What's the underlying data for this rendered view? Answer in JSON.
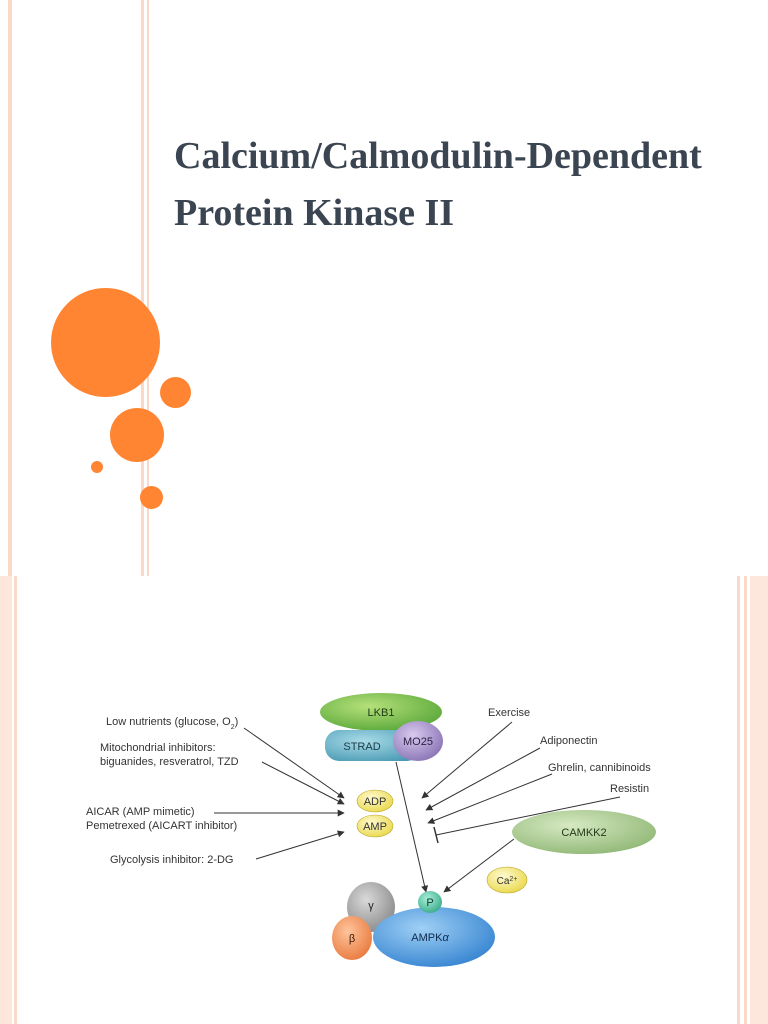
{
  "colors": {
    "accent": "#ff8533",
    "stripe_light": "#fbd9c8",
    "stripe_bg": "#fde7dc",
    "title_text": "#3b4552",
    "diagram_text": "#333333"
  },
  "slide1": {
    "title": "Calcium/Calmodulin-Dependent\nProtein Kinase II"
  },
  "slide2": {
    "diagram": {
      "inputs_left": {
        "low_nutrients": "Low nutrients (glucose, O",
        "low_nutrients_sub": "2",
        "low_nutrients_close": ")",
        "mito_line1": "Mitochondrial inhibitors:",
        "mito_line2": "biguanides, resveratrol, TZD",
        "aicar_line1": "AICAR (AMP mimetic)",
        "aicar_line2": "Pemetrexed (AICART inhibitor)",
        "glycolysis": "Glycolysis inhibitor: 2-DG"
      },
      "inputs_right": {
        "exercise": "Exercise",
        "adiponectin": "Adiponectin",
        "ghrelin": "Ghrelin, cannibinoids",
        "resistin": "Resistin"
      },
      "nodes": {
        "lkb1": "LKB1",
        "strad": "STRAD",
        "mo25": "MO25",
        "adp": "ADP",
        "amp": "AMP",
        "camkk2": "CAMKK2",
        "ca": "Ca",
        "ca_sup": "2+",
        "p": "P",
        "gamma": "γ",
        "beta": "β",
        "ampk": "AMPK",
        "ampk_alpha": "α"
      }
    }
  }
}
